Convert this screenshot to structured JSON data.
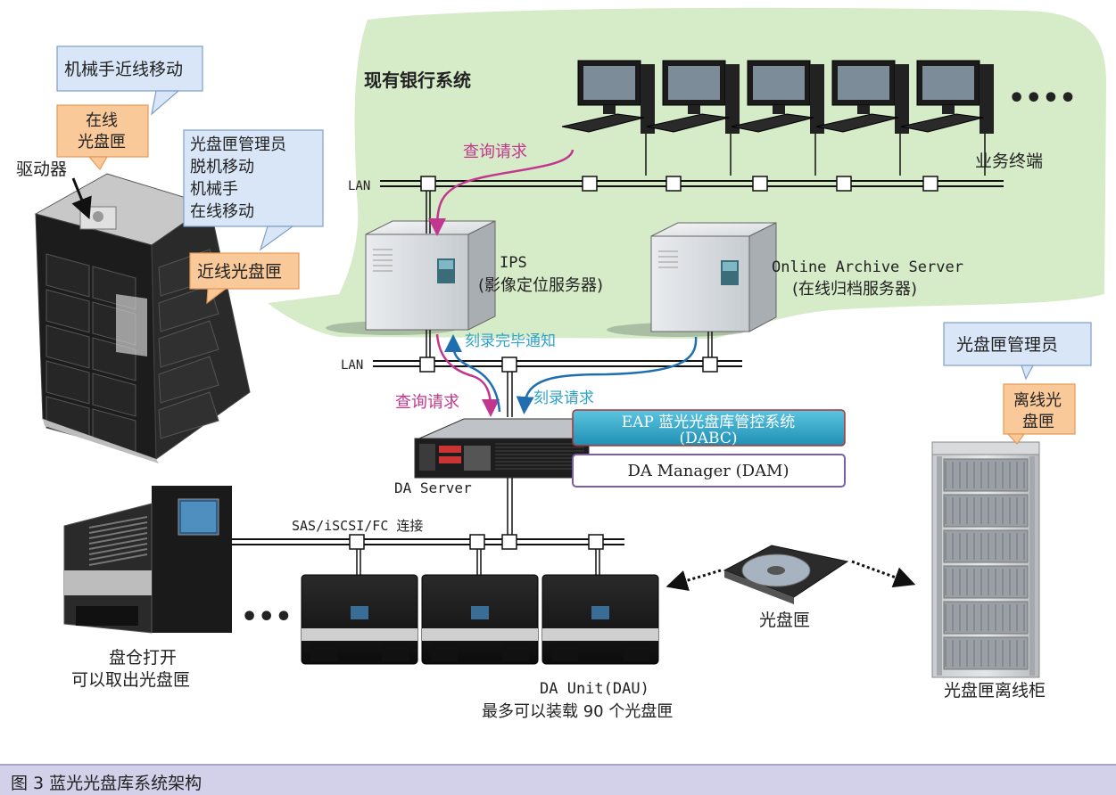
{
  "region": {
    "label": "现有银行系统"
  },
  "lan_labels": {
    "top": "LAN",
    "bottom": "LAN"
  },
  "terminals": {
    "label": "业务终端",
    "ellipsis": "••••"
  },
  "servers": {
    "ips": {
      "line1": "IPS",
      "line2": "(影像定位服务器)"
    },
    "archive": {
      "line1": "Online Archive Server",
      "line2": "(在线归档服务器)"
    },
    "da_server": {
      "label": "DA Server"
    }
  },
  "flows": {
    "query_top": "查询请求",
    "query_bottom": "查询请求",
    "burn_done": "刻录完毕通知",
    "burn_request": "刻录请求"
  },
  "software": {
    "eap_line1": "EAP 蓝光光盘库管控系统",
    "eap_line2": "(DABC)",
    "dam": "DA Manager (DAM)"
  },
  "library": {
    "callout_robot": "机械手近线移动",
    "callout_online_1": "在线",
    "callout_online_2": "光盘匣",
    "drive_label": "驱动器",
    "callout_admin_1": "光盘匣管理员",
    "callout_admin_2": "脱机移动",
    "callout_admin_3": "机械手",
    "callout_admin_4": "在线移动",
    "callout_nearline": "近线光盘匣"
  },
  "storage": {
    "connection": "SAS/iSCSI/FC 连接",
    "open_drawer_1": "盘仓打开",
    "open_drawer_2": "可以取出光盘匣",
    "unit_1": "DA Unit(DAU)",
    "unit_2": "最多可以装载 90 个光盘匣",
    "ellipsis": "•••",
    "cartridge": "光盘匣"
  },
  "offline": {
    "callout_admin": "光盘匣管理员",
    "callout_offline_1": "离线光",
    "callout_offline_2": "盘匣",
    "cabinet": "光盘匣离线柜"
  },
  "caption": "图 3  蓝光光盘库系统架构",
  "colors": {
    "region_green": "#d6ebc7",
    "query_magenta": "#c2378e",
    "burn_blue": "#1f6fb0",
    "cyan_text": "#2fa3c8",
    "callout_blue": "#d8e6f7",
    "callout_orange": "#f9c99a",
    "caption_bg": "#d3d0ea"
  }
}
